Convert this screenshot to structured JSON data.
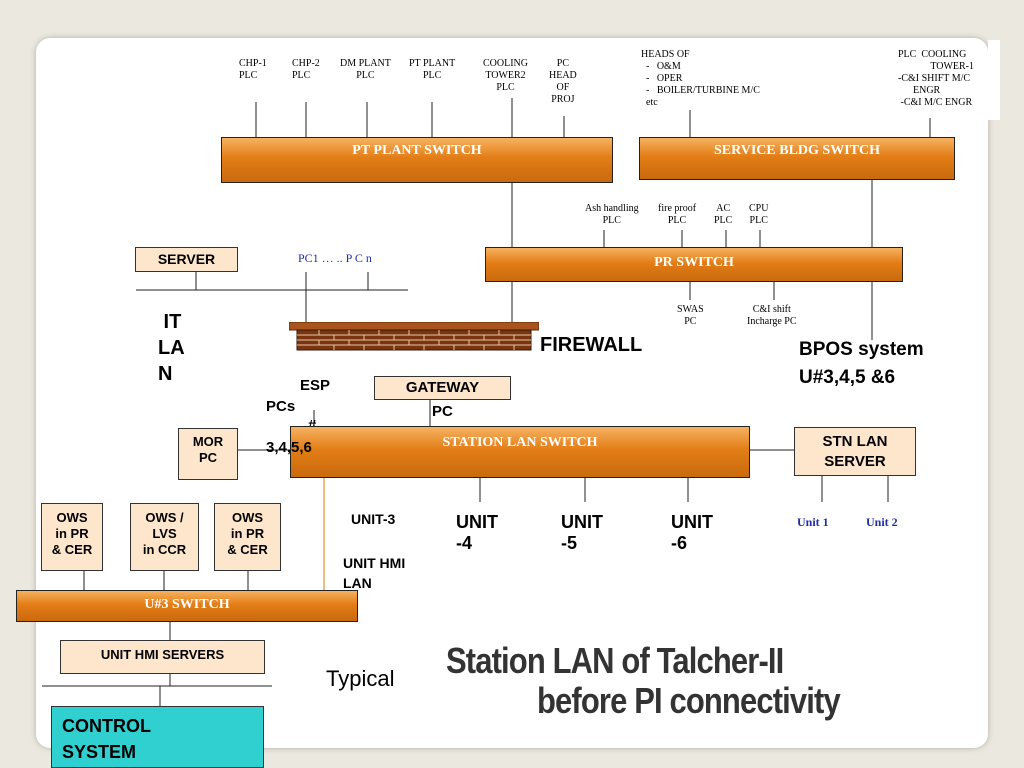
{
  "top_labels": {
    "chp1": "CHP-1\nPLC",
    "chp2": "CHP-2\nPLC",
    "dm": "DM PLANT\nPLC",
    "pt": "PT PLANT\nPLC",
    "cooling2": "COOLING\nTOWER2\nPLC",
    "pc_head": "PC\nHEAD\nOF\nPROJ",
    "heads_of": "HEADS OF\n  -   O&M\n  -   OPER\n  -   BOILER/TURBINE M/C\n  etc",
    "plc_cooling1": "PLC  COOLING\n             TOWER-1\n-C&I SHIFT M/C\n      ENGR\n -C&I M/C ENGR"
  },
  "switches": {
    "pt_plant": "PT PLANT SWITCH",
    "service_bldg": "SERVICE BLDG SWITCH",
    "pr": "PR SWITCH",
    "station_lan": "STATION LAN SWITCH",
    "u3": "U#3  SWITCH"
  },
  "pr_labels": {
    "ash": "Ash handling\nPLC",
    "fireproof": "fire proof\nPLC",
    "ac": "AC\nPLC",
    "cpu": "CPU\nPLC",
    "swas": "SWAS\nPC",
    "ci_shift": "C&I shift\nIncharge PC"
  },
  "it_lan": {
    "server": "SERVER",
    "pcs": "PC1 … .. P C n",
    "label": " IT\nLA\nN"
  },
  "firewall": "FIREWALL",
  "gateway": "GATEWAY",
  "gateway_pc": "PC",
  "bpos": "BPOS system\nU#3,4,5 &6",
  "esp": "ESP",
  "pcs_label": "PCs",
  "hash": "#",
  "units_nums": "3,4,5,6",
  "mor_pc": "MOR\nPC",
  "stn_lan_server": "STN LAN\nSERVER",
  "unit1": "Unit 1",
  "unit2": "Unit 2",
  "unit3": "UNIT-3",
  "unit4": "UNIT\n-4",
  "unit5": "UNIT\n-5",
  "unit6": "UNIT\n-6",
  "unit_hmi_lan": "UNIT HMI\nLAN",
  "ows_pr_cer_1": "OWS\nin PR\n& CER",
  "ows_lvs": "OWS /\nLVS\nin CCR",
  "ows_pr_cer_2": "OWS\nin PR\n& CER",
  "unit_hmi_servers": "UNIT HMI SERVERS",
  "control_system": "CONTROL\nSYSTEM",
  "typical": "Typical",
  "title_line1": "Station LAN of Talcher-II",
  "title_line2": "before PI connectivity"
}
